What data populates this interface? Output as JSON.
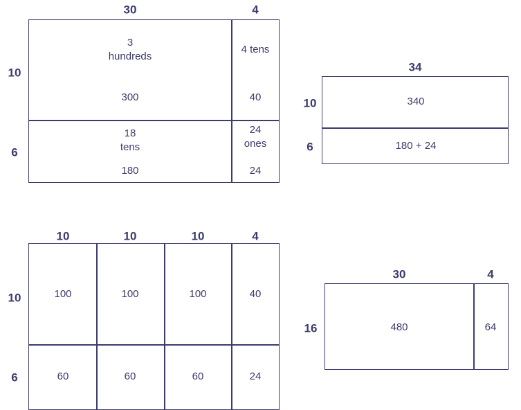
{
  "model_a": {
    "col_labels": [
      "30",
      "4"
    ],
    "row_labels": [
      "10",
      "6"
    ],
    "cells": {
      "r0c0_words": "3\nhundreds",
      "r0c0_value": "300",
      "r0c1_words": "4 tens",
      "r0c1_value": "40",
      "r1c0_words": "18\ntens",
      "r1c0_value": "180",
      "r1c1_words": "24\nones",
      "r1c1_value": "24"
    }
  },
  "model_b": {
    "col_label": "34",
    "row_labels": [
      "10",
      "6"
    ],
    "cells": [
      "340",
      "180 + 24"
    ]
  },
  "model_c": {
    "col_labels": [
      "10",
      "10",
      "10",
      "4"
    ],
    "row_labels": [
      "10",
      "6"
    ],
    "row0": [
      "100",
      "100",
      "100",
      "40"
    ],
    "row1": [
      "60",
      "60",
      "60",
      "24"
    ]
  },
  "model_d": {
    "col_labels": [
      "30",
      "4"
    ],
    "row_label": "16",
    "cells": [
      "480",
      "64"
    ]
  },
  "colors": {
    "ink": "#3b3b6d"
  }
}
